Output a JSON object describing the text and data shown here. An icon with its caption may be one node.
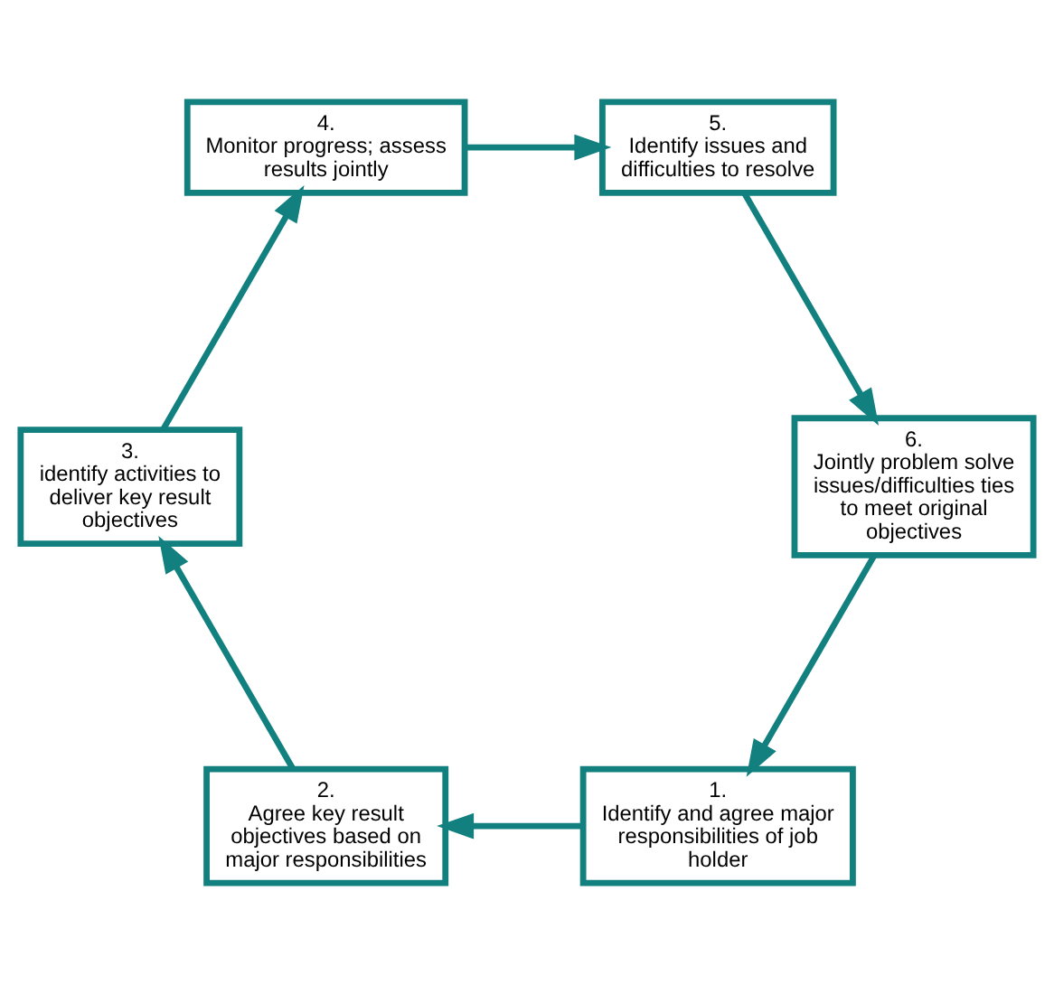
{
  "diagram": {
    "nodes": [
      {
        "text": [
          "1.",
          "Identify and agree major responsibilities of job holder"
        ]
      },
      {
        "text": [
          "2.",
          "Agree key result objectives based on major responsibilities"
        ]
      },
      {
        "text": [
          "3.",
          "identify activities to deliver key result objectives"
        ]
      },
      {
        "text": [
          "4.",
          "Monitor progress; assess results jointly"
        ]
      },
      {
        "text": [
          "5.",
          "Identify issues and difficulties to resolve"
        ]
      },
      {
        "text": [
          "6.",
          "Jointly problem solve issues/difficulties ties to meet original objectives"
        ]
      }
    ],
    "edges": [
      {
        "from": 0,
        "to": 1,
        "arrow": "to"
      },
      {
        "from": 1,
        "to": 2,
        "arrow": "to"
      },
      {
        "from": 2,
        "to": 3,
        "arrow": "to"
      },
      {
        "from": 3,
        "to": 4,
        "arrow": "to"
      },
      {
        "from": 4,
        "to": 5,
        "arrow": "to"
      },
      {
        "from": 5,
        "to": 0,
        "arrow": "to"
      }
    ]
  }
}
